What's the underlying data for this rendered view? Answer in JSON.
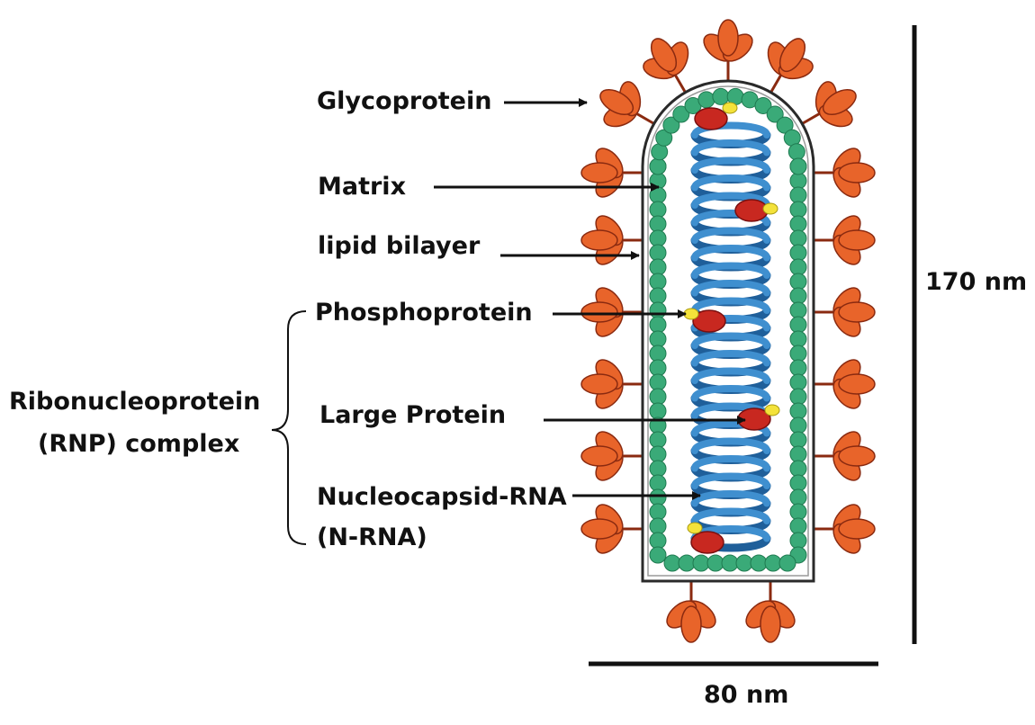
{
  "labels": {
    "glycoprotein": "Glycoprotein",
    "matrix": "Matrix",
    "lipid_bilayer": "lipid bilayer",
    "phosphoprotein": "Phosphoprotein",
    "large_protein": "Large Protein",
    "nucleocapsid_line1": "Nucleocapsid-RNA",
    "nucleocapsid_line2": "(N-RNA)",
    "rnp_line1": "Ribonucleoprotein",
    "rnp_line2": "(RNP) complex"
  },
  "scale": {
    "height": "170 nm",
    "width": "80 nm"
  },
  "colors": {
    "glycoprotein": "#e8642a",
    "glycoprotein_stroke": "#8a2a10",
    "matrix": "#3aaa78",
    "matrix_stroke": "#1f7a50",
    "membrane": "#2a2a2a",
    "coil": "#3f8fcf",
    "coil_dark": "#1f5f9a",
    "large_protein": "#c82820",
    "phosphoprotein": "#f4e23a",
    "text": "#111111"
  }
}
